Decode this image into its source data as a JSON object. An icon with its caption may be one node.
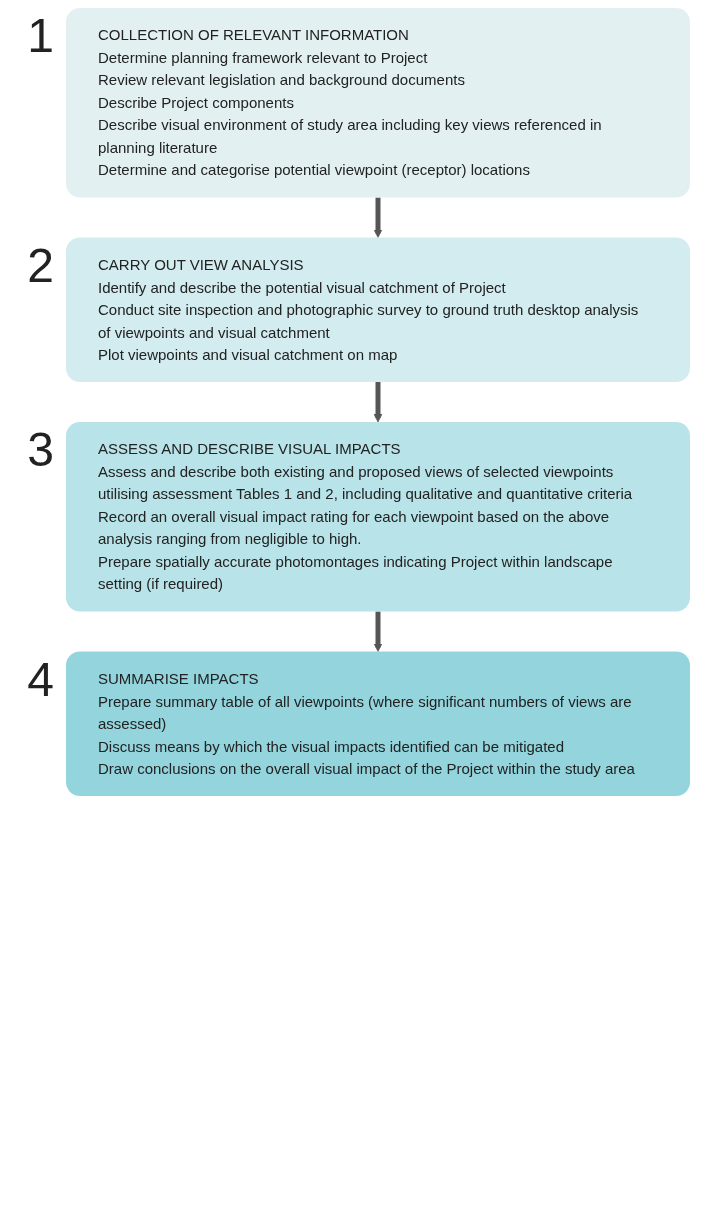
{
  "diagram": {
    "nodes": [
      {
        "text": [
          "COLLECTION OF RELEVANT INFORMATION",
          "Determine planning framework relevant to Project",
          "Review relevant legislation and background documents",
          "Describe Project components",
          "Describe visual environment of study area including key views referenced in planning literature",
          "Determine and categorise potential viewpoint (receptor) locations"
        ],
        "beside": [
          "1"
        ]
      },
      {
        "text": [
          "CARRY OUT VIEW ANALYSIS",
          "Identify and describe the potential visual catchment of Project",
          "Conduct site inspection and photographic survey to ground truth desktop analysis of viewpoints and visual catchment",
          "Plot viewpoints and visual catchment on map"
        ],
        "beside": [
          "2"
        ]
      },
      {
        "text": [
          "ASSESS AND DESCRIBE VISUAL IMPACTS",
          "Assess and describe both existing and proposed views of selected viewpoints utilising assessment Tables 1 and 2, including qualitative and quantitative criteria",
          "Record an overall visual impact rating for each viewpoint based on the above analysis ranging from negligible to high.",
          "Prepare spatially accurate photomontages indicating Project within landscape setting (if required)"
        ],
        "beside": [
          "3"
        ]
      },
      {
        "text": [
          "SUMMARISE IMPACTS",
          "Prepare summary table of all viewpoints (where significant numbers of views are assessed)",
          "Discuss means by which the visual impacts identified can be mitigated",
          "Draw conclusions on the overall visual impact of the Project within the study area"
        ],
        "beside": [
          "4"
        ]
      }
    ],
    "edges": [
      {
        "from": 0,
        "to": 1,
        "arrow": "to"
      },
      {
        "from": 1,
        "to": 2,
        "arrow": "to"
      },
      {
        "from": 2,
        "to": 3,
        "arrow": "to"
      }
    ]
  }
}
